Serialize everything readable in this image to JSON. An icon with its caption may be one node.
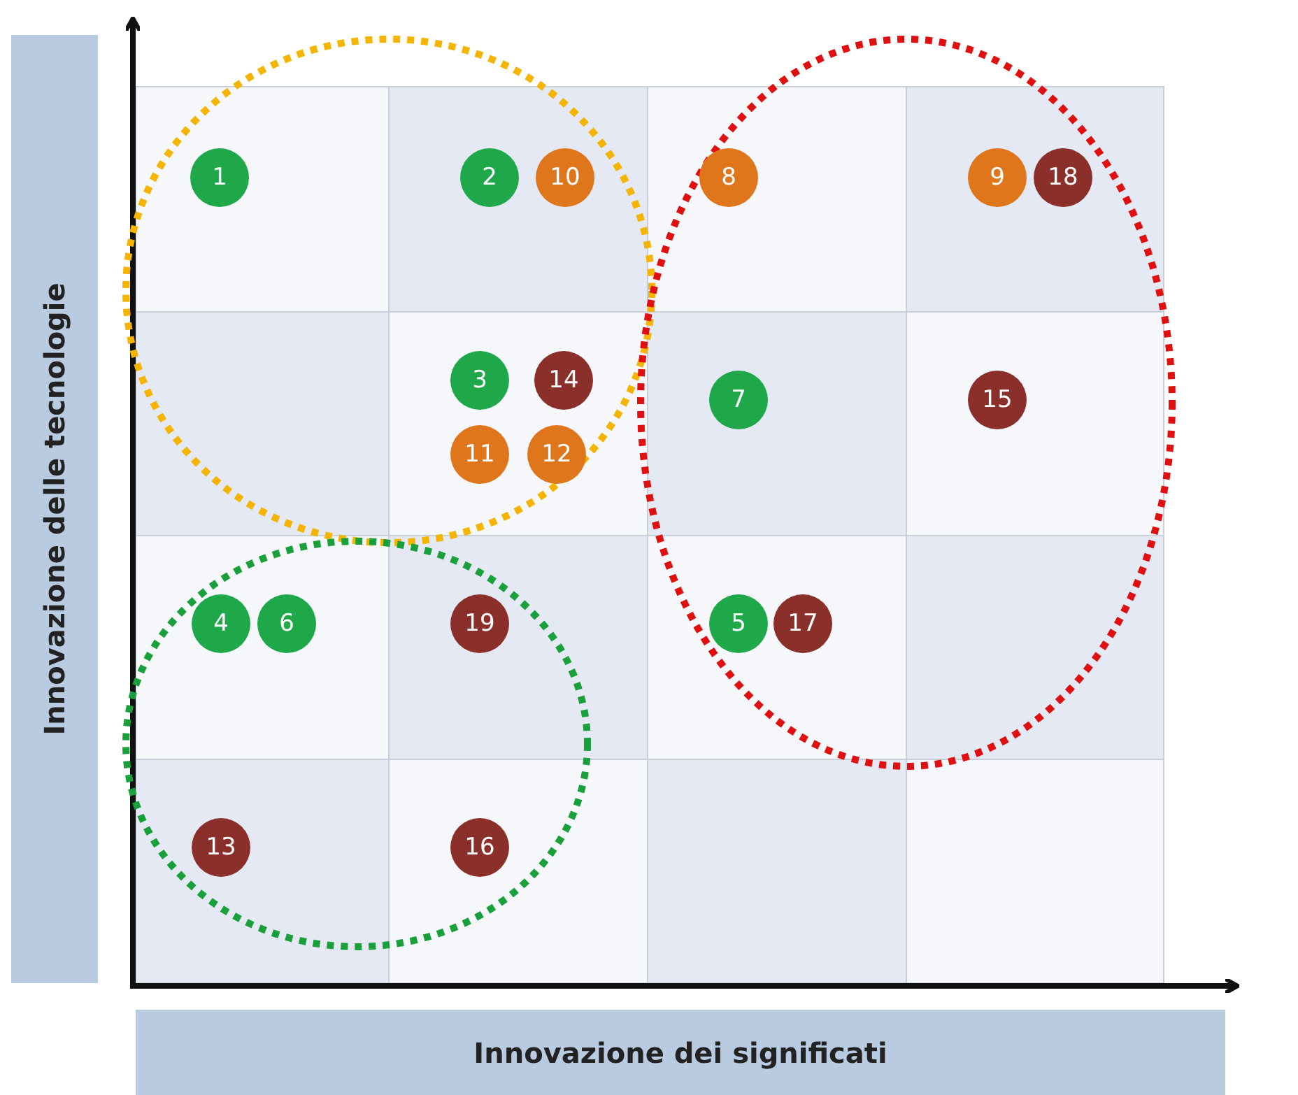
{
  "diagram": {
    "nodes": [
      {
        "text": [
          "1"
        ]
      },
      {
        "text": [
          "2"
        ]
      },
      {
        "text": [
          "10"
        ]
      },
      {
        "text": [
          "8"
        ]
      },
      {
        "text": [
          "9"
        ]
      },
      {
        "text": [
          "18"
        ]
      },
      {
        "text": [
          "3"
        ]
      },
      {
        "text": [
          "14"
        ]
      },
      {
        "text": [
          "7"
        ]
      },
      {
        "text": [
          "15"
        ]
      },
      {
        "text": [
          "11"
        ]
      },
      {
        "text": [
          "12"
        ]
      },
      {
        "text": [
          "4"
        ]
      },
      {
        "text": [
          "6"
        ]
      },
      {
        "text": [
          "19"
        ]
      },
      {
        "text": [
          "5"
        ]
      },
      {
        "text": [
          "17"
        ]
      },
      {
        "text": [
          "13"
        ]
      },
      {
        "text": [
          "16"
        ]
      }
    ],
    "edges": [],
    "labels": [
      "Innovazione delle tecnologie",
      "Innovazione dei significati"
    ]
  }
}
